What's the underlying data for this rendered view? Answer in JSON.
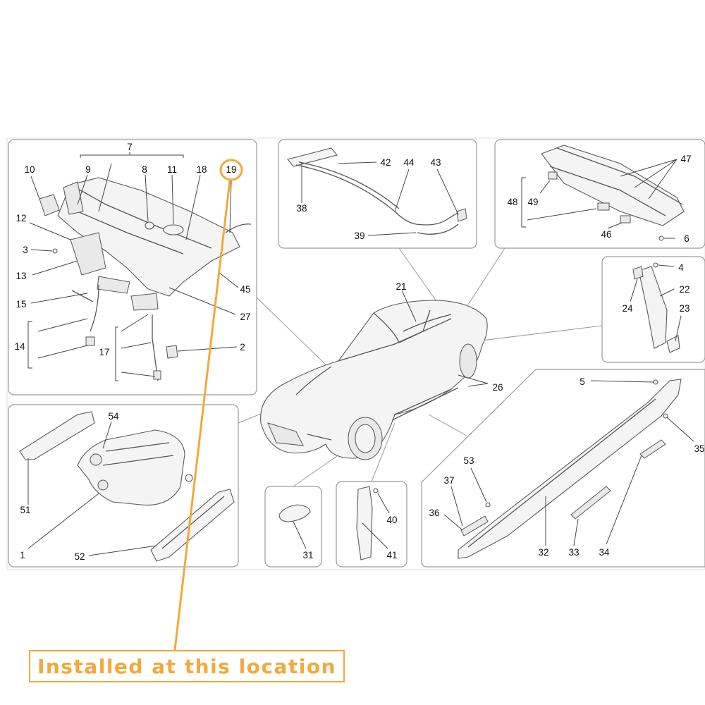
{
  "labels": {
    "l1": "1",
    "l2": "2",
    "l3": "3",
    "l4": "4",
    "l5": "5",
    "l6": "6",
    "l7": "7",
    "l9": "9",
    "l8": "8",
    "l10": "10",
    "l11": "11",
    "l12": "12",
    "l13": "13",
    "l14": "14",
    "l15": "15",
    "l17": "17",
    "l18": "18",
    "l19": "19",
    "l21": "21",
    "l22": "22",
    "l23": "23",
    "l24": "24",
    "l26": "26",
    "l27": "27",
    "l31": "31",
    "l32": "32",
    "l33": "33",
    "l34": "34",
    "l35": "35",
    "l36": "36",
    "l37": "37",
    "l38": "38",
    "l39": "39",
    "l40": "40",
    "l41": "41",
    "l42": "42",
    "l43": "43",
    "l44": "44",
    "l45": "45",
    "l46": "46",
    "l47": "47",
    "l48": "48",
    "l49": "49",
    "l51": "51",
    "l52": "52",
    "l53": "53",
    "l54": "54"
  },
  "highlight": {
    "part_number": "19",
    "caption": "Installed at this location",
    "color": "#f2a93b"
  }
}
